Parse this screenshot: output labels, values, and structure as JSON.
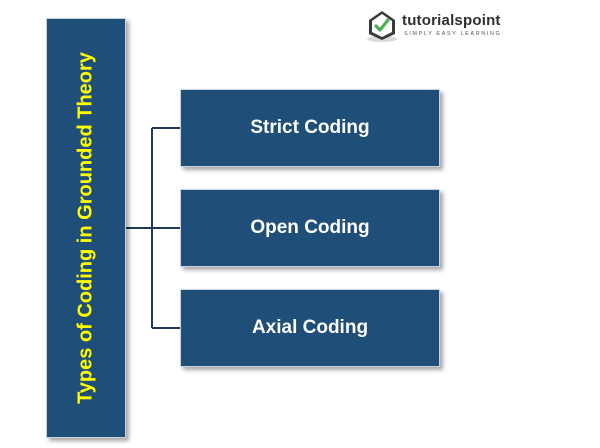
{
  "diagram": {
    "root": {
      "label": "Types of Coding in Grounded Theory"
    },
    "children": [
      {
        "label": "Strict Coding"
      },
      {
        "label": "Open Coding"
      },
      {
        "label": "Axial Coding"
      }
    ]
  },
  "logo": {
    "name": "tutorialspoint",
    "tagline": "SIMPLY EASY LEARNING"
  },
  "colors": {
    "box_fill": "#1f4e79",
    "root_text": "#ffff00",
    "child_text": "#ffffff",
    "connector": "#1f3a5a",
    "logo_green": "#4caf50"
  }
}
